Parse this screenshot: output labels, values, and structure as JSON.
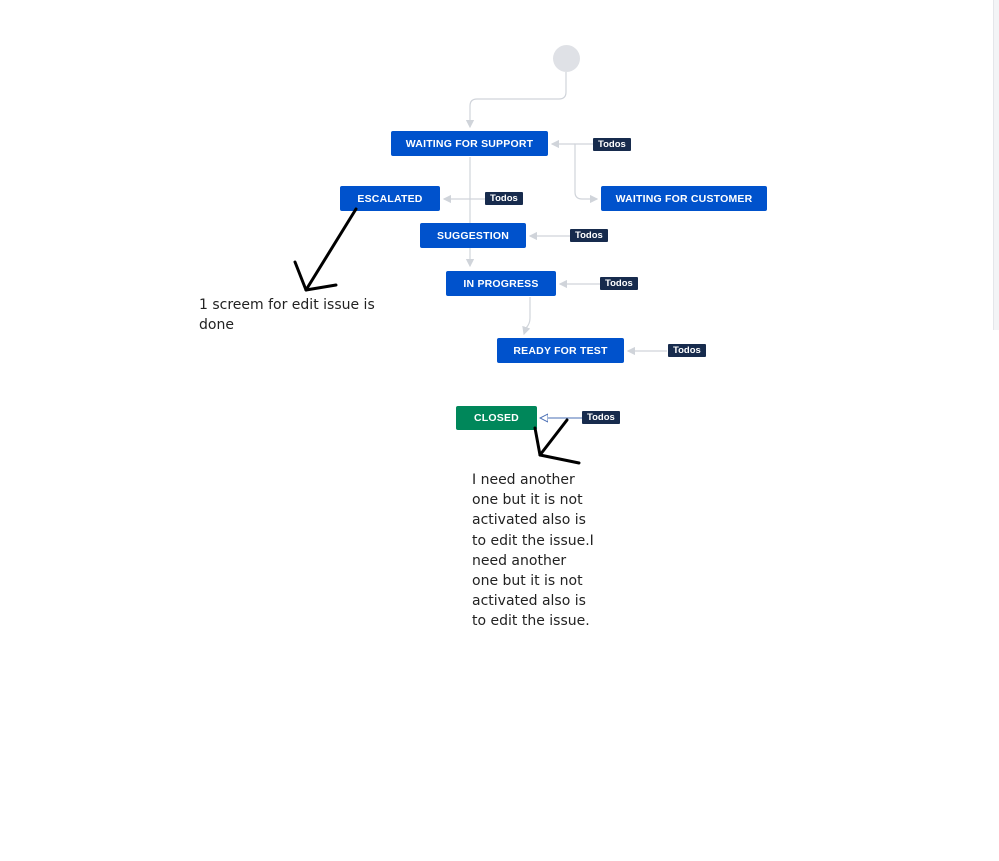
{
  "statuses": {
    "waiting_for_support": "WAITING FOR SUPPORT",
    "escalated": "ESCALATED",
    "waiting_for_customer": "WAITING FOR CUSTOMER",
    "suggestion": "SUGGESTION",
    "in_progress": "IN PROGRESS",
    "ready_for_test": "READY FOR TEST",
    "closed": "CLOSED"
  },
  "transition_label": "Todos",
  "annotations": {
    "note_1_lines": [
      "1 screem for edit issue is",
      "done"
    ],
    "note_2_lines": [
      "I need another",
      "one but it is not",
      "activated also is",
      "to edit the issue.I",
      "need another",
      "one but it is not",
      "activated also is",
      "to edit the issue."
    ]
  },
  "colors": {
    "status_blue": "#0052cc",
    "status_green": "#00875a",
    "todos_badge": "#172b4d",
    "connector": "#d0d4da",
    "ink": "#000000"
  }
}
